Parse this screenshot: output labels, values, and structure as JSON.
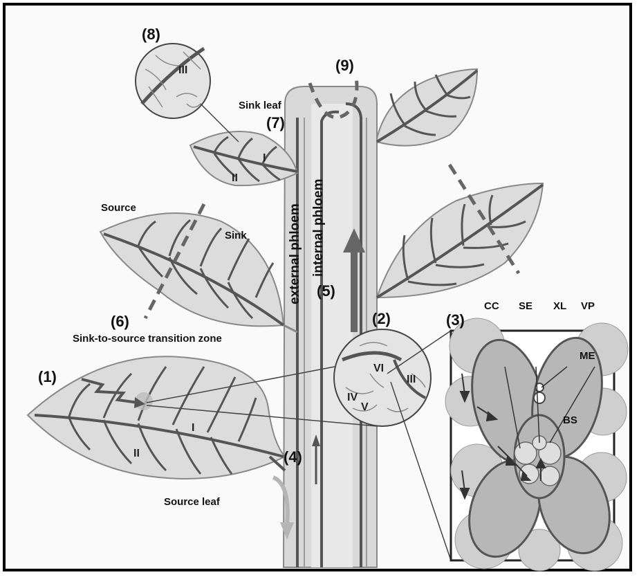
{
  "labels": {
    "n1": "(1)",
    "n2": "(2)",
    "n3": "(3)",
    "n4": "(4)",
    "n5": "(5)",
    "n6": "(6)",
    "n7": "(7)",
    "n8": "(8)",
    "n9": "(9)",
    "sink_leaf": "Sink leaf",
    "source": "Source",
    "sink": "Sink",
    "transition": "Sink-to-source transition zone",
    "source_leaf": "Source leaf",
    "external_phloem": "external phloem",
    "internal_phloem": "internal phloem",
    "cc": "CC",
    "se": "SE",
    "xl": "XL",
    "vp": "VP",
    "me": "ME",
    "bs": "BS",
    "rI": "I",
    "rII": "II",
    "rIII": "III",
    "rIV": "IV",
    "rV": "V",
    "rVI": "VI"
  },
  "colors": {
    "plant_fill": "#dcdcdc",
    "vein": "#555555",
    "frame": "#000000",
    "cells": "#bdbdbd"
  }
}
